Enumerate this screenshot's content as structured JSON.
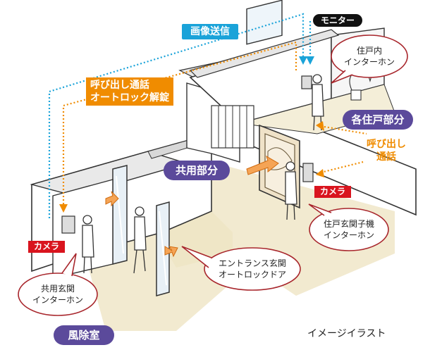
{
  "labels": {
    "image_transmission": "画像送信",
    "monitor": "モニター",
    "call_unlock_line1": "呼び出し通話",
    "call_unlock_line2": "オートロック解錠",
    "each_unit": "各住戸部分",
    "call_talk_line1": "呼び出し",
    "call_talk_line2": "通話",
    "common_area": "共用部分",
    "camera_right": "カメラ",
    "camera_left": "カメラ",
    "windbreak_room": "風除室",
    "illustration_note": "イメージイラスト"
  },
  "bubbles": {
    "indoor_intercom": "住戸内\nインターホン",
    "door_intercom": "住戸玄関子機\nインターホン",
    "entrance_autolock": "エントランス玄関\nオートロックドア",
    "common_entrance_intercom": "共用玄関\nインターホン"
  },
  "colors": {
    "cyan": "#1aa3d9",
    "orange": "#f08c00",
    "purple_pill": "#5b4a9b",
    "red_tag": "#d9141e",
    "bubble_stroke": "#a8262c",
    "floor": "#f2ead0"
  }
}
